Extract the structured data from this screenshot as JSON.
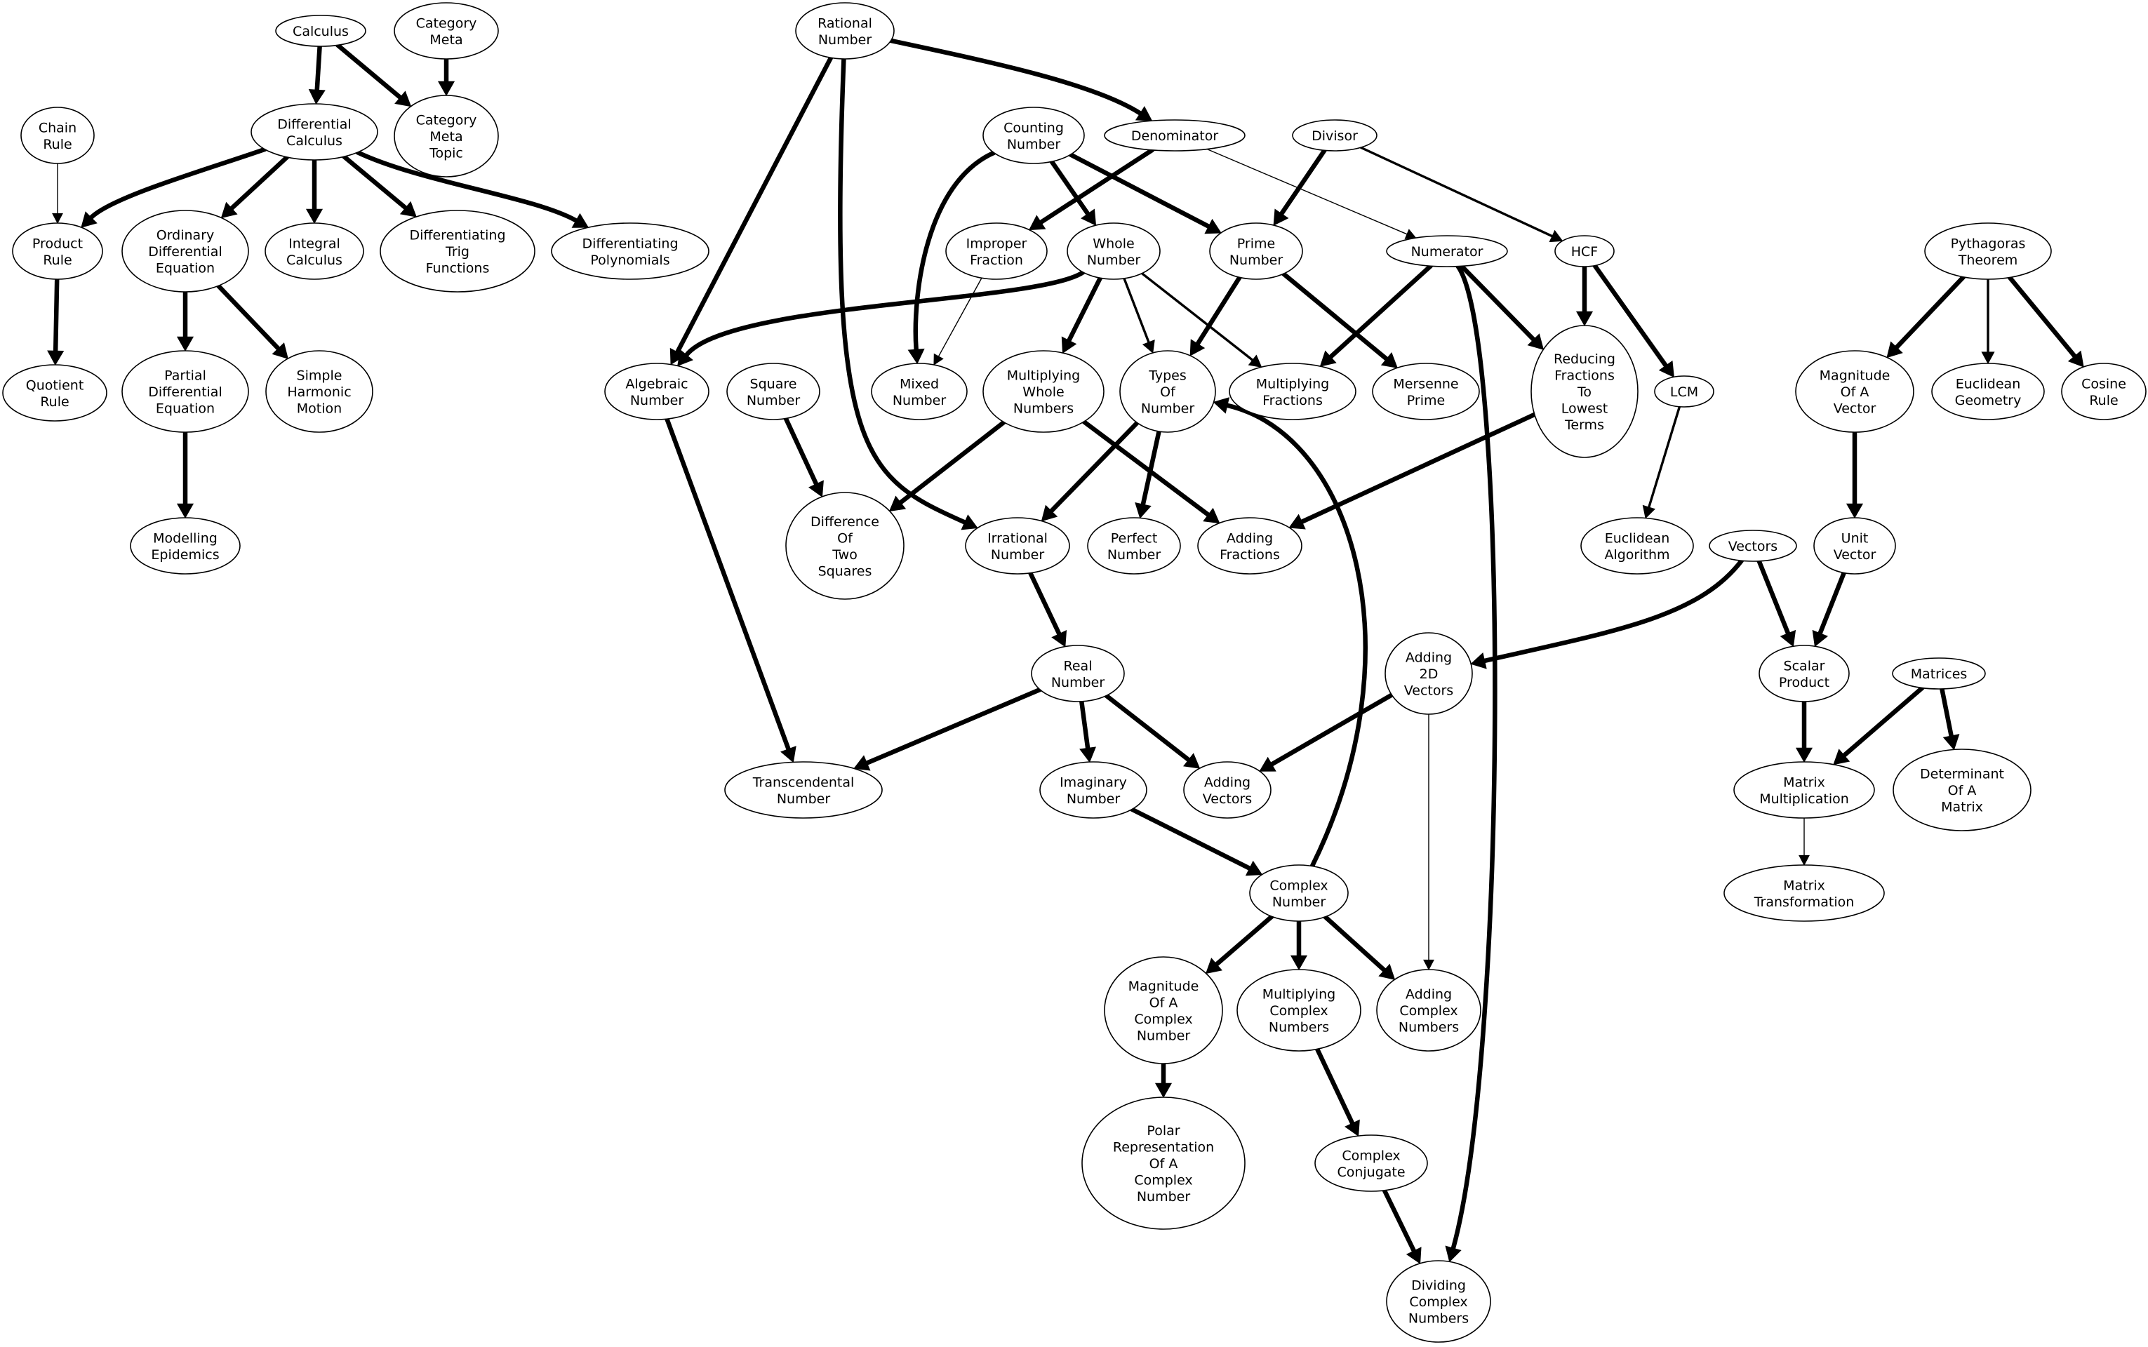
{
  "graph": {
    "nodes": [
      {
        "id": "calculus",
        "label": "Calculus"
      },
      {
        "id": "category_meta",
        "label": "Category\nMeta"
      },
      {
        "id": "category_meta_topic",
        "label": "Category\nMeta\nTopic"
      },
      {
        "id": "differential_calculus",
        "label": "Differential\nCalculus"
      },
      {
        "id": "chain_rule",
        "label": "Chain\nRule"
      },
      {
        "id": "product_rule",
        "label": "Product\nRule"
      },
      {
        "id": "quotient_rule",
        "label": "Quotient\nRule"
      },
      {
        "id": "ode",
        "label": "Ordinary\nDifferential\nEquation"
      },
      {
        "id": "integral_calculus",
        "label": "Integral\nCalculus"
      },
      {
        "id": "diff_trig",
        "label": "Differentiating\nTrig\nFunctions"
      },
      {
        "id": "diff_poly",
        "label": "Differentiating\nPolynomials"
      },
      {
        "id": "pde",
        "label": "Partial\nDifferential\nEquation"
      },
      {
        "id": "shm",
        "label": "Simple\nHarmonic\nMotion"
      },
      {
        "id": "modelling_epidemics",
        "label": "Modelling\nEpidemics"
      },
      {
        "id": "rational_number",
        "label": "Rational\nNumber"
      },
      {
        "id": "counting_number",
        "label": "Counting\nNumber"
      },
      {
        "id": "denominator",
        "label": "Denominator"
      },
      {
        "id": "divisor",
        "label": "Divisor"
      },
      {
        "id": "improper_fraction",
        "label": "Improper\nFraction"
      },
      {
        "id": "whole_number",
        "label": "Whole\nNumber"
      },
      {
        "id": "prime_number",
        "label": "Prime\nNumber"
      },
      {
        "id": "numerator",
        "label": "Numerator"
      },
      {
        "id": "hcf",
        "label": "HCF"
      },
      {
        "id": "pythagoras",
        "label": "Pythagoras\nTheorem"
      },
      {
        "id": "algebraic_number",
        "label": "Algebraic\nNumber"
      },
      {
        "id": "square_number",
        "label": "Square\nNumber"
      },
      {
        "id": "mixed_number",
        "label": "Mixed\nNumber"
      },
      {
        "id": "mult_whole",
        "label": "Multiplying\nWhole\nNumbers"
      },
      {
        "id": "types_of_number",
        "label": "Types\nOf\nNumber"
      },
      {
        "id": "mult_fractions",
        "label": "Multiplying\nFractions"
      },
      {
        "id": "mersenne_prime",
        "label": "Mersenne\nPrime"
      },
      {
        "id": "reducing_fractions",
        "label": "Reducing\nFractions\nTo\nLowest\nTerms"
      },
      {
        "id": "lcm",
        "label": "LCM"
      },
      {
        "id": "magnitude_vector",
        "label": "Magnitude\nOf A\nVector"
      },
      {
        "id": "euclidean_geometry",
        "label": "Euclidean\nGeometry"
      },
      {
        "id": "cosine_rule",
        "label": "Cosine\nRule"
      },
      {
        "id": "diff_two_squares",
        "label": "Difference\nOf\nTwo\nSquares"
      },
      {
        "id": "irrational_number",
        "label": "Irrational\nNumber"
      },
      {
        "id": "perfect_number",
        "label": "Perfect\nNumber"
      },
      {
        "id": "adding_fractions",
        "label": "Adding\nFractions"
      },
      {
        "id": "euclidean_algorithm",
        "label": "Euclidean\nAlgorithm"
      },
      {
        "id": "vectors",
        "label": "Vectors"
      },
      {
        "id": "unit_vector",
        "label": "Unit\nVector"
      },
      {
        "id": "real_number",
        "label": "Real\nNumber"
      },
      {
        "id": "adding_2d_vectors",
        "label": "Adding\n2D\nVectors"
      },
      {
        "id": "scalar_product",
        "label": "Scalar\nProduct"
      },
      {
        "id": "matrices",
        "label": "Matrices"
      },
      {
        "id": "transcendental_number",
        "label": "Transcendental\nNumber"
      },
      {
        "id": "imaginary_number",
        "label": "Imaginary\nNumber"
      },
      {
        "id": "adding_vectors",
        "label": "Adding\nVectors"
      },
      {
        "id": "matrix_multiplication",
        "label": "Matrix\nMultiplication"
      },
      {
        "id": "determinant",
        "label": "Determinant\nOf A\nMatrix"
      },
      {
        "id": "complex_number",
        "label": "Complex\nNumber"
      },
      {
        "id": "matrix_transformation",
        "label": "Matrix\nTransformation"
      },
      {
        "id": "magnitude_complex",
        "label": "Magnitude\nOf A\nComplex\nNumber"
      },
      {
        "id": "mult_complex",
        "label": "Multiplying\nComplex\nNumbers"
      },
      {
        "id": "adding_complex",
        "label": "Adding\nComplex\nNumbers"
      },
      {
        "id": "polar_complex",
        "label": "Polar\nRepresentation\nOf A\nComplex\nNumber"
      },
      {
        "id": "complex_conjugate",
        "label": "Complex\nConjugate"
      },
      {
        "id": "dividing_complex",
        "label": "Dividing\nComplex\nNumbers"
      }
    ],
    "edges": [
      {
        "from": "calculus",
        "to": "differential_calculus",
        "weight": "bold"
      },
      {
        "from": "calculus",
        "to": "category_meta_topic",
        "weight": "bold"
      },
      {
        "from": "category_meta",
        "to": "category_meta_topic",
        "weight": "bold"
      },
      {
        "from": "chain_rule",
        "to": "product_rule",
        "weight": "thin"
      },
      {
        "from": "differential_calculus",
        "to": "product_rule",
        "weight": "bold"
      },
      {
        "from": "differential_calculus",
        "to": "ode",
        "weight": "bold"
      },
      {
        "from": "differential_calculus",
        "to": "integral_calculus",
        "weight": "bold"
      },
      {
        "from": "differential_calculus",
        "to": "diff_trig",
        "weight": "bold"
      },
      {
        "from": "differential_calculus",
        "to": "diff_poly",
        "weight": "bold"
      },
      {
        "from": "product_rule",
        "to": "quotient_rule",
        "weight": "bold"
      },
      {
        "from": "ode",
        "to": "pde",
        "weight": "bold"
      },
      {
        "from": "ode",
        "to": "shm",
        "weight": "bold"
      },
      {
        "from": "pde",
        "to": "modelling_epidemics",
        "weight": "bold"
      },
      {
        "from": "rational_number",
        "to": "denominator",
        "weight": "bold"
      },
      {
        "from": "rational_number",
        "to": "algebraic_number",
        "weight": "bold"
      },
      {
        "from": "rational_number",
        "to": "irrational_number",
        "weight": "bold"
      },
      {
        "from": "counting_number",
        "to": "mixed_number",
        "weight": "bold"
      },
      {
        "from": "counting_number",
        "to": "whole_number",
        "weight": "bold"
      },
      {
        "from": "counting_number",
        "to": "prime_number",
        "weight": "bold"
      },
      {
        "from": "denominator",
        "to": "improper_fraction",
        "weight": "bold"
      },
      {
        "from": "denominator",
        "to": "numerator",
        "weight": "thin"
      },
      {
        "from": "divisor",
        "to": "prime_number",
        "weight": "bold"
      },
      {
        "from": "divisor",
        "to": "hcf",
        "weight": "medium"
      },
      {
        "from": "improper_fraction",
        "to": "mixed_number",
        "weight": "thin"
      },
      {
        "from": "whole_number",
        "to": "algebraic_number",
        "weight": "bold"
      },
      {
        "from": "whole_number",
        "to": "mult_whole",
        "weight": "bold"
      },
      {
        "from": "whole_number",
        "to": "types_of_number",
        "weight": "medium"
      },
      {
        "from": "whole_number",
        "to": "mult_fractions",
        "weight": "medium"
      },
      {
        "from": "prime_number",
        "to": "types_of_number",
        "weight": "bold"
      },
      {
        "from": "prime_number",
        "to": "mersenne_prime",
        "weight": "bold"
      },
      {
        "from": "numerator",
        "to": "mult_fractions",
        "weight": "bold"
      },
      {
        "from": "numerator",
        "to": "reducing_fractions",
        "weight": "bold"
      },
      {
        "from": "numerator",
        "to": "dividing_complex",
        "weight": "bold"
      },
      {
        "from": "hcf",
        "to": "reducing_fractions",
        "weight": "bold"
      },
      {
        "from": "hcf",
        "to": "lcm",
        "weight": "bold"
      },
      {
        "from": "pythagoras",
        "to": "magnitude_vector",
        "weight": "bold"
      },
      {
        "from": "pythagoras",
        "to": "euclidean_geometry",
        "weight": "medium"
      },
      {
        "from": "pythagoras",
        "to": "cosine_rule",
        "weight": "bold"
      },
      {
        "from": "algebraic_number",
        "to": "transcendental_number",
        "weight": "bold"
      },
      {
        "from": "square_number",
        "to": "diff_two_squares",
        "weight": "bold"
      },
      {
        "from": "mult_whole",
        "to": "diff_two_squares",
        "weight": "bold"
      },
      {
        "from": "mult_whole",
        "to": "adding_fractions",
        "weight": "bold"
      },
      {
        "from": "types_of_number",
        "to": "irrational_number",
        "weight": "bold"
      },
      {
        "from": "types_of_number",
        "to": "perfect_number",
        "weight": "bold"
      },
      {
        "from": "reducing_fractions",
        "to": "adding_fractions",
        "weight": "bold"
      },
      {
        "from": "lcm",
        "to": "euclidean_algorithm",
        "weight": "medium"
      },
      {
        "from": "magnitude_vector",
        "to": "unit_vector",
        "weight": "bold"
      },
      {
        "from": "unit_vector",
        "to": "scalar_product",
        "weight": "bold"
      },
      {
        "from": "vectors",
        "to": "scalar_product",
        "weight": "bold"
      },
      {
        "from": "vectors",
        "to": "adding_2d_vectors",
        "weight": "bold"
      },
      {
        "from": "irrational_number",
        "to": "real_number",
        "weight": "bold"
      },
      {
        "from": "real_number",
        "to": "transcendental_number",
        "weight": "bold"
      },
      {
        "from": "real_number",
        "to": "imaginary_number",
        "weight": "bold"
      },
      {
        "from": "real_number",
        "to": "adding_vectors",
        "weight": "bold"
      },
      {
        "from": "adding_2d_vectors",
        "to": "adding_vectors",
        "weight": "bold"
      },
      {
        "from": "adding_2d_vectors",
        "to": "adding_complex",
        "weight": "thin"
      },
      {
        "from": "scalar_product",
        "to": "matrix_multiplication",
        "weight": "bold"
      },
      {
        "from": "matrices",
        "to": "matrix_multiplication",
        "weight": "bold"
      },
      {
        "from": "matrices",
        "to": "determinant",
        "weight": "bold"
      },
      {
        "from": "matrix_multiplication",
        "to": "matrix_transformation",
        "weight": "thin"
      },
      {
        "from": "imaginary_number",
        "to": "complex_number",
        "weight": "bold"
      },
      {
        "from": "complex_number",
        "to": "types_of_number",
        "weight": "bold"
      },
      {
        "from": "complex_number",
        "to": "magnitude_complex",
        "weight": "bold"
      },
      {
        "from": "complex_number",
        "to": "mult_complex",
        "weight": "bold"
      },
      {
        "from": "complex_number",
        "to": "adding_complex",
        "weight": "bold"
      },
      {
        "from": "magnitude_complex",
        "to": "polar_complex",
        "weight": "bold"
      },
      {
        "from": "mult_complex",
        "to": "complex_conjugate",
        "weight": "bold"
      },
      {
        "from": "complex_conjugate",
        "to": "dividing_complex",
        "weight": "bold"
      }
    ]
  }
}
